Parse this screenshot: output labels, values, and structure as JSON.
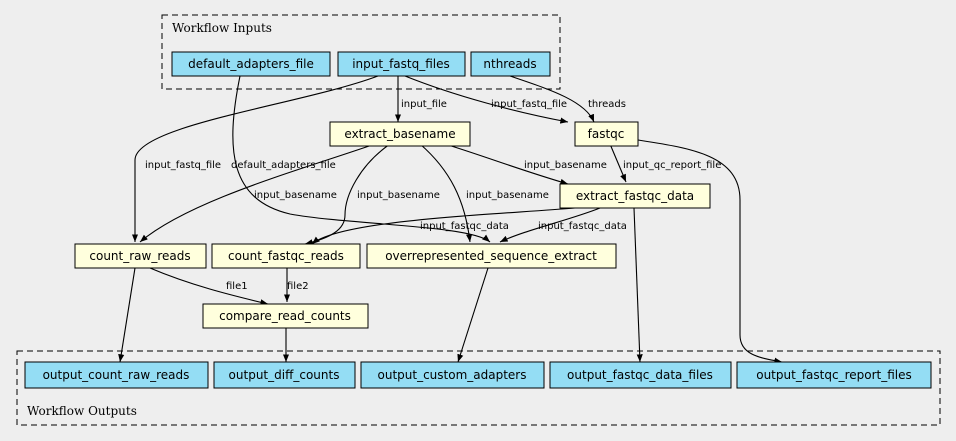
{
  "clusters": {
    "inputs_label": "Workflow Inputs",
    "outputs_label": "Workflow Outputs"
  },
  "inputs": {
    "default_adapters_file": "default_adapters_file",
    "input_fastq_files": "input_fastq_files",
    "nthreads": "nthreads"
  },
  "steps": {
    "extract_basename": "extract_basename",
    "fastqc": "fastqc",
    "extract_fastqc_data": "extract_fastqc_data",
    "count_raw_reads": "count_raw_reads",
    "count_fastqc_reads": "count_fastqc_reads",
    "overrepresented_sequence_extract": "overrepresented_sequence_extract",
    "compare_read_counts": "compare_read_counts"
  },
  "outputs": {
    "output_count_raw_reads": "output_count_raw_reads",
    "output_diff_counts": "output_diff_counts",
    "output_custom_adapters": "output_custom_adapters",
    "output_fastqc_data_files": "output_fastqc_data_files",
    "output_fastqc_report_files": "output_fastqc_report_files"
  },
  "edge_labels": {
    "input_file": "input_file",
    "input_fastq_file_to_fastqc": "input_fastq_file",
    "threads": "threads",
    "input_qc_report_file": "input_qc_report_file",
    "input_basename_to_extract": "input_basename",
    "input_fastq_file_to_count_raw": "input_fastq_file",
    "default_adapters_file": "default_adapters_file",
    "input_basename_to_count_raw": "input_basename",
    "input_basename_to_count_fastqc": "input_basename",
    "input_basename_to_overrep": "input_basename",
    "input_fastqc_data_to_count": "input_fastqc_data",
    "input_fastqc_data_to_overrep": "input_fastqc_data",
    "file1": "file1",
    "file2": "file2"
  },
  "colors": {
    "io_fill": "#94ddf4",
    "step_fill": "#ffffdd",
    "background": "#eeeeee"
  }
}
